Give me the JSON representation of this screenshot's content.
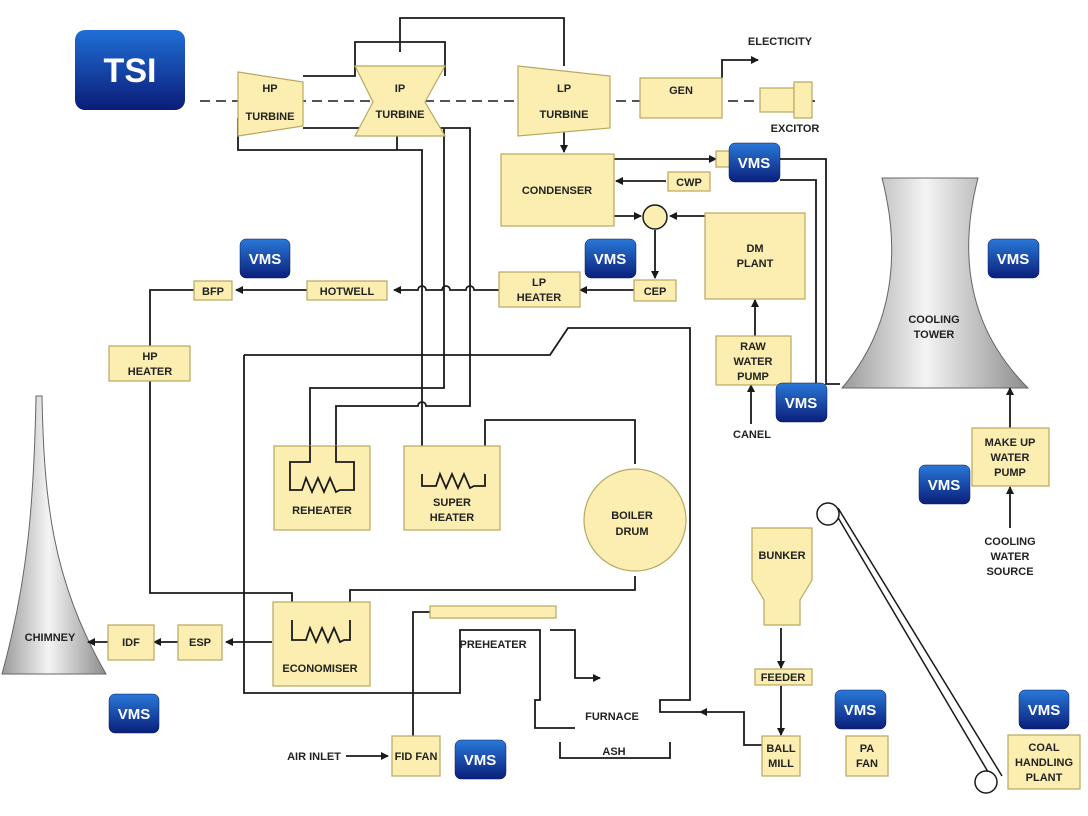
{
  "logo": {
    "text": "TSI"
  },
  "nodes": {
    "hp_turbine": [
      "HP",
      "TURBINE"
    ],
    "ip_turbine": [
      "IP",
      "TURBINE"
    ],
    "lp_turbine": [
      "LP",
      "TURBINE"
    ],
    "gen": "GEN",
    "electricity": "ELECTICITY",
    "excitor": "EXCITOR",
    "condenser": "CONDENSER",
    "cwp": "CWP",
    "dm_plant": [
      "DM",
      "PLANT"
    ],
    "lp_heater": [
      "LP",
      "HEATER"
    ],
    "cep": "CEP",
    "hotwell": "HOTWELL",
    "bfp": "BFP",
    "hp_heater": [
      "HP",
      "HEATER"
    ],
    "raw_water_pump": [
      "RAW",
      "WATER",
      "PUMP"
    ],
    "canel": "CANEL",
    "cooling_tower": [
      "COOLING",
      "TOWER"
    ],
    "make_up_water_pump": [
      "MAKE UP",
      "WATER",
      "PUMP"
    ],
    "cooling_water_source": [
      "COOLING",
      "WATER",
      "SOURCE"
    ],
    "reheater": "REHEATER",
    "super_heater": [
      "SUPER",
      "HEATER"
    ],
    "boiler_drum": [
      "BOILER",
      "DRUM"
    ],
    "economiser": "ECONOMISER",
    "chimney": "CHIMNEY",
    "idf": "IDF",
    "esp": "ESP",
    "preheater": "PREHEATER",
    "furnace": "FURNACE",
    "ash": "ASH",
    "air_inlet": "AIR INLET",
    "fid_fan": "FID FAN",
    "bunker": "BUNKER",
    "feeder": "FEEDER",
    "ball_mill": [
      "BALL",
      "MILL"
    ],
    "pa_fan": [
      "PA",
      "FAN"
    ],
    "coal_handling_plant": [
      "COAL",
      "HANDLING",
      "PLANT"
    ]
  },
  "vms_label": "VMS",
  "colors": {
    "box_fill": "#fbeeb0",
    "box_stroke": "#b8a860",
    "vms_blue": "#0a3a9a",
    "line": "#1a1a1a"
  }
}
